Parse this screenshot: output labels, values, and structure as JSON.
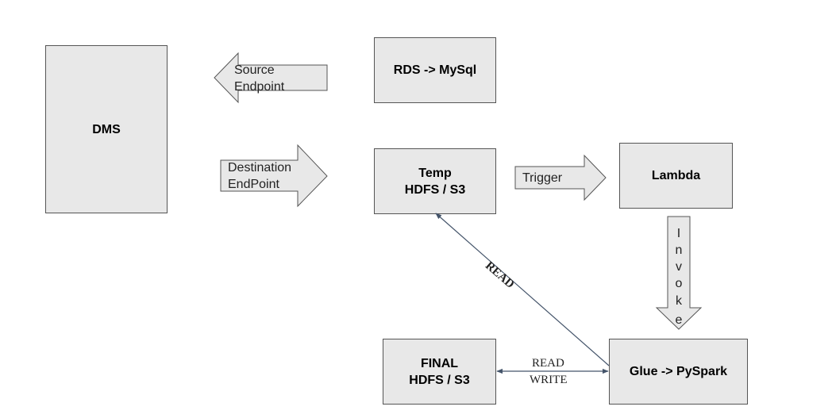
{
  "nodes": {
    "dms": {
      "label": "DMS"
    },
    "rds": {
      "label": "RDS -> MySql"
    },
    "temp": {
      "line1": "Temp",
      "line2": "HDFS / S3"
    },
    "lambda": {
      "label": "Lambda"
    },
    "glue": {
      "label": "Glue -> PySpark"
    },
    "final": {
      "line1": "FINAL",
      "line2": "HDFS / S3"
    }
  },
  "arrows": {
    "source": {
      "line1": "Source",
      "line2": "Endpoint"
    },
    "destination": {
      "line1": "Destination",
      "line2": "EndPoint"
    },
    "trigger": {
      "label": "Trigger"
    },
    "invoke": {
      "letters": [
        "I",
        "n",
        "v",
        "o",
        "k",
        "e"
      ]
    }
  },
  "connectors": {
    "read": {
      "label": "READ"
    },
    "read_write": {
      "line1": "READ",
      "line2": "WRITE"
    }
  },
  "colors": {
    "box_fill": "#e8e8e8",
    "box_border": "#555555",
    "connector": "#44546a"
  }
}
